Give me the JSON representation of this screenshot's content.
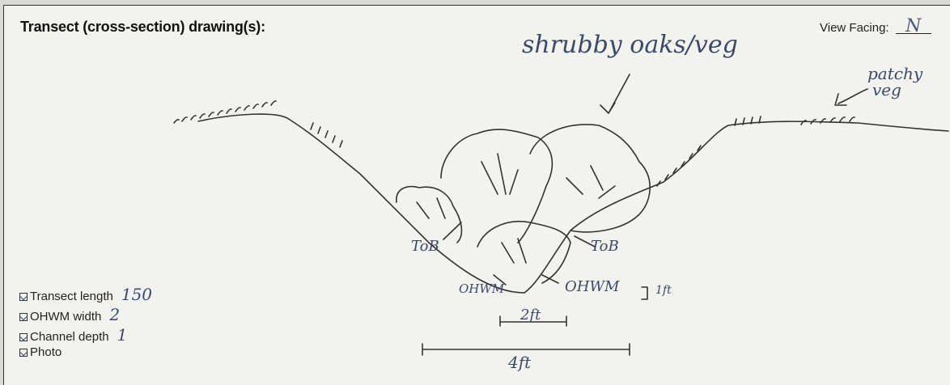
{
  "form": {
    "title": "Transect (cross-section) drawing(s):",
    "view_facing_label": "View Facing:",
    "view_facing_value": "N"
  },
  "annotations": {
    "shrubby": "shrubby oaks/veg",
    "patchy_line1": "patchy",
    "patchy_line2": "veg",
    "tob_left": "ToB",
    "tob_right": "ToB",
    "ohwm_left": "OHWM",
    "ohwm_right": "OHWM",
    "depth": "1ft",
    "width_small": "2ft",
    "width_large": "4ft"
  },
  "checklist": [
    {
      "label": "Transect length",
      "value": "150",
      "checked": true
    },
    {
      "label": "OHWM width",
      "value": "2",
      "checked": true
    },
    {
      "label": "Channel depth",
      "value": "1",
      "checked": true
    },
    {
      "label": "Photo",
      "value": "",
      "checked": true
    }
  ],
  "colors": {
    "ink": "#3c4a68",
    "pencil": "#333333",
    "paper": "#f2f2ef"
  }
}
